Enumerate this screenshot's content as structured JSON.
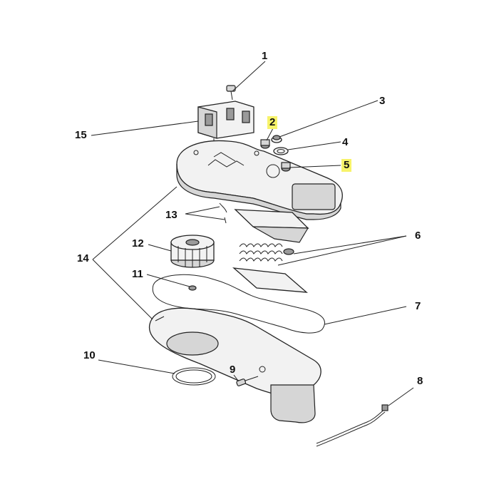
{
  "callouts": [
    {
      "id": "c1",
      "label": "1",
      "highlighted": false
    },
    {
      "id": "c2",
      "label": "2",
      "highlighted": true
    },
    {
      "id": "c3",
      "label": "3",
      "highlighted": false
    },
    {
      "id": "c4",
      "label": "4",
      "highlighted": false
    },
    {
      "id": "c5",
      "label": "5",
      "highlighted": true
    },
    {
      "id": "c6",
      "label": "6",
      "highlighted": false
    },
    {
      "id": "c7",
      "label": "7",
      "highlighted": false
    },
    {
      "id": "c8",
      "label": "8",
      "highlighted": false
    },
    {
      "id": "c9",
      "label": "9",
      "highlighted": false
    },
    {
      "id": "c10",
      "label": "10",
      "highlighted": false
    },
    {
      "id": "c11",
      "label": "11",
      "highlighted": false
    },
    {
      "id": "c12",
      "label": "12",
      "highlighted": false
    },
    {
      "id": "c13",
      "label": "13",
      "highlighted": false
    },
    {
      "id": "c14",
      "label": "14",
      "highlighted": false
    },
    {
      "id": "c15",
      "label": "15",
      "highlighted": false
    }
  ],
  "colors": {
    "highlight": "#f7f36a",
    "line": "#222222",
    "part_fill": "#f2f2f2"
  }
}
